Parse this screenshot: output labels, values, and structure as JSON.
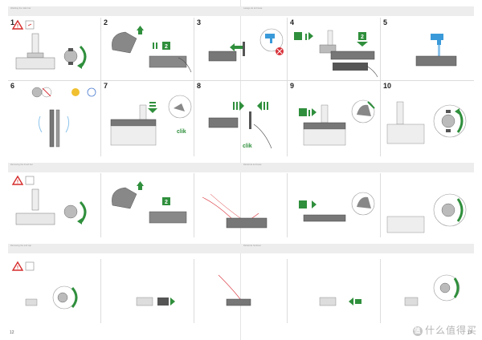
{
  "document": {
    "page_left": "12",
    "page_right": "13",
    "watermark_text": "值 什么值得买",
    "watermark_logo": "值"
  },
  "sections": [
    {
      "id": "wash-roller",
      "header_left": "Washing the roller bar",
      "header_right": "Lavage de la brosse"
    },
    {
      "id": "remove-brush",
      "header_left": "Removing the brush bar",
      "header_right": "Retrait de la brosse"
    },
    {
      "id": "remove-end-cap",
      "header_left": "Removing the end cap",
      "header_right": "Retrait de l'embout"
    }
  ],
  "steps": {
    "row1": [
      "1",
      "2",
      "3",
      "4",
      "5"
    ],
    "row2": [
      "6",
      "7",
      "8",
      "9",
      "10"
    ]
  },
  "labels": {
    "clik": "clik",
    "badge_2": "2"
  },
  "colors": {
    "green": "#2f8f3c",
    "red": "#d9323a",
    "blue": "#3a9ad9",
    "warning": "#d62b2b",
    "grey": "#9a9a9a",
    "roller": "#777777"
  }
}
